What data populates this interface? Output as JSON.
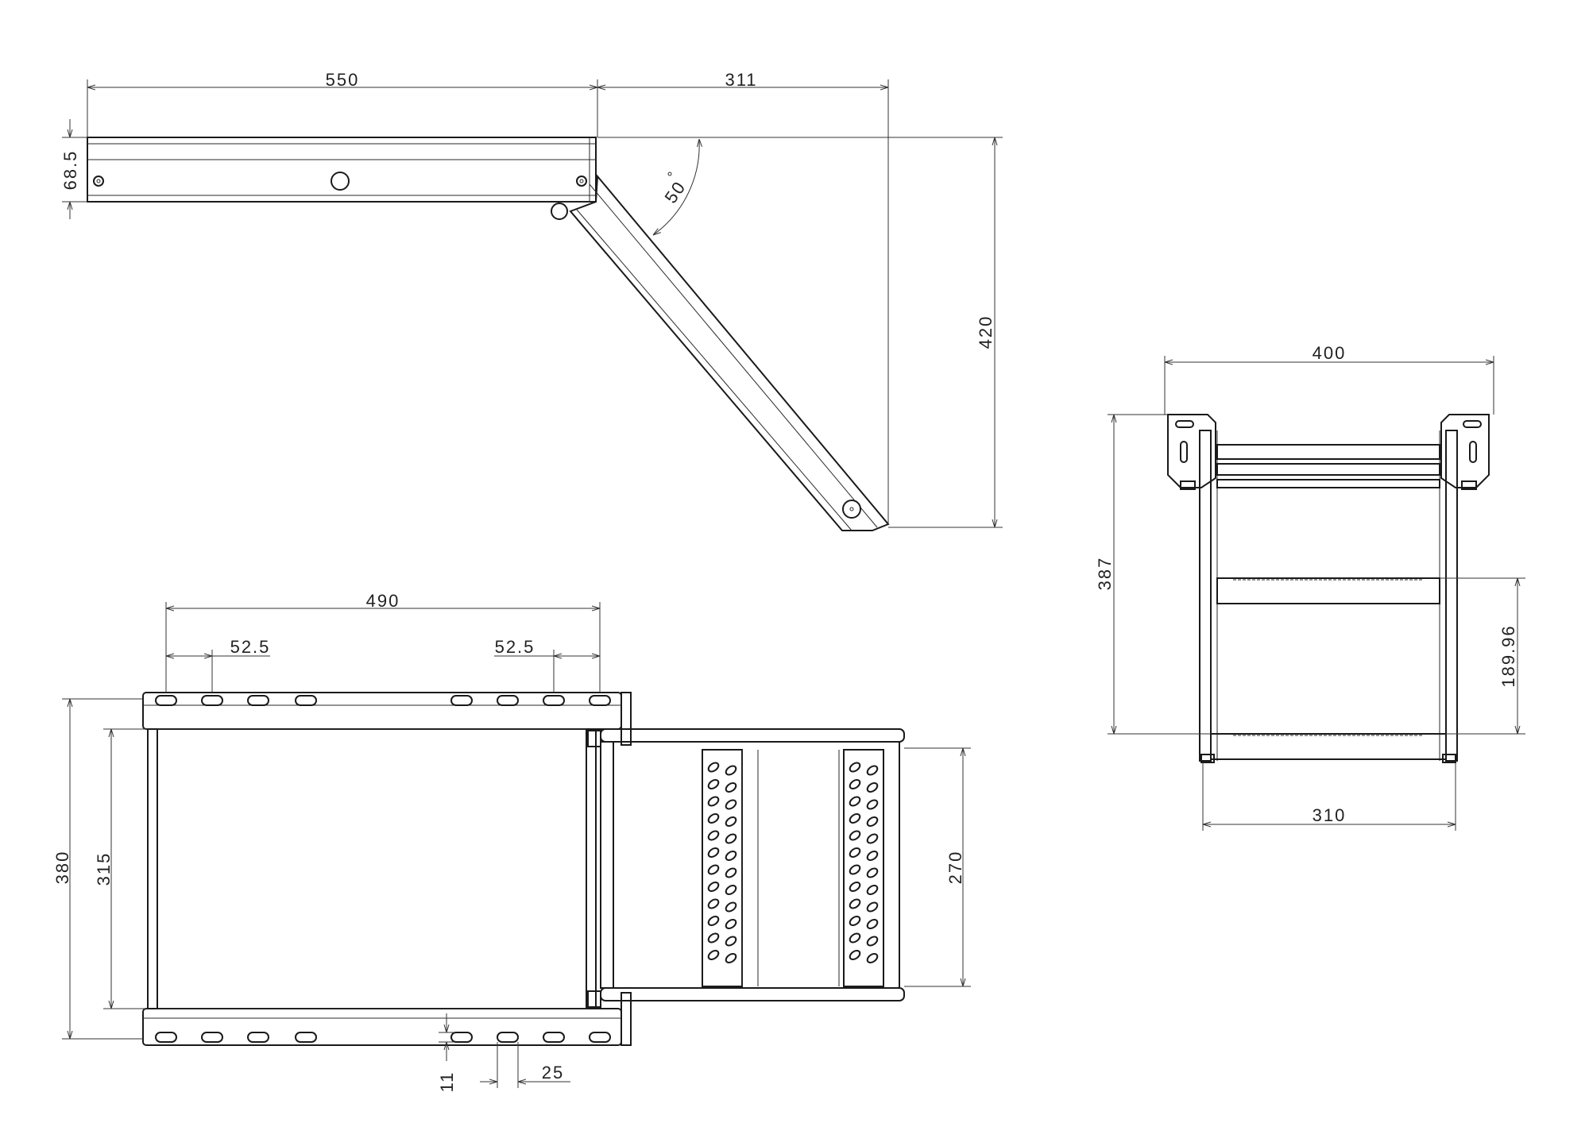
{
  "side_view": {
    "dims": {
      "length": "550",
      "reach": "311",
      "thickness": "68.5",
      "drop": "420",
      "angle": "50"
    }
  },
  "top_view": {
    "dims": {
      "bracket_span": "490",
      "left_pitch": "52.5",
      "right_pitch": "52.5",
      "outer_width": "380",
      "inner_width": "315",
      "step_width": "270",
      "slot_height": "11",
      "slot_length": "25"
    }
  },
  "front_view": {
    "dims": {
      "width": "400",
      "height": "387",
      "step_pitch": "189.96",
      "tread_width": "310"
    }
  }
}
